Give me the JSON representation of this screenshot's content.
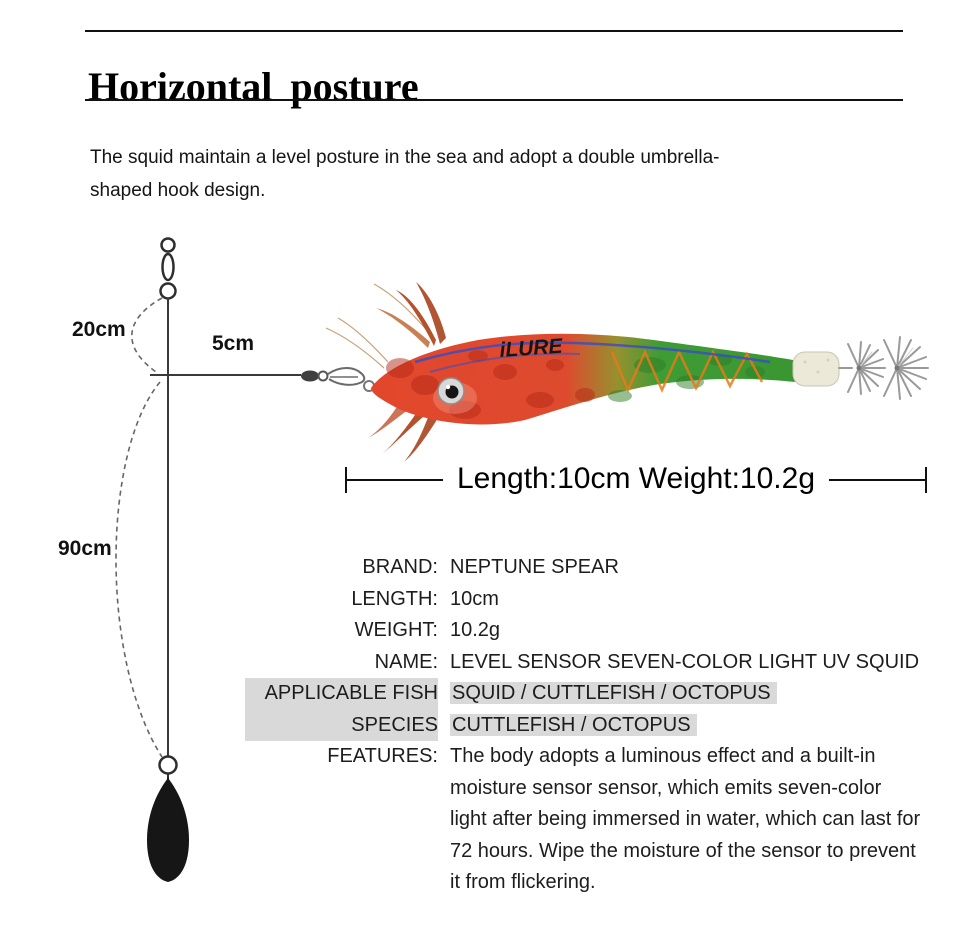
{
  "header": {
    "title": "Horizontal posture",
    "description": "The squid maintain a level posture in the sea and adopt a double umbrella-shaped hook design."
  },
  "rig": {
    "top_segment_label": "20cm",
    "branch_segment_label": "5cm",
    "bottom_segment_label": "90cm"
  },
  "lure": {
    "body_text": "iLURE",
    "dimension_label": "Length:10cm  Weight:10.2g"
  },
  "specs": {
    "rows": [
      {
        "label": "BRAND:",
        "value": "NEPTUNE SPEAR"
      },
      {
        "label": "LENGTH:",
        "value": "10cm"
      },
      {
        "label": "WEIGHT:",
        "value": "10.2g"
      },
      {
        "label": "NAME:",
        "value": "LEVEL SENSOR SEVEN-COLOR LIGHT UV SQUID"
      },
      {
        "label": "APPLICABLE FISH",
        "value": "SQUID / CUTTLEFISH / OCTOPUS"
      },
      {
        "label": "SPECIES",
        "value": "CUTTLEFISH / OCTOPUS"
      },
      {
        "label": "FEATURES:",
        "value": "The body adopts a luminous effect and a built-in moisture sensor sensor, which emits seven-color light after being immersed in water, which can last for 72 hours. Wipe the moisture of the sensor to prevent it from flickering."
      }
    ]
  },
  "colors": {
    "highlight_bg": "#d9d9d9",
    "lure_red": "#e2472c",
    "lure_green": "#3f9c35",
    "stripe_blue": "#3c4ec0",
    "sinker_black": "#161616"
  }
}
